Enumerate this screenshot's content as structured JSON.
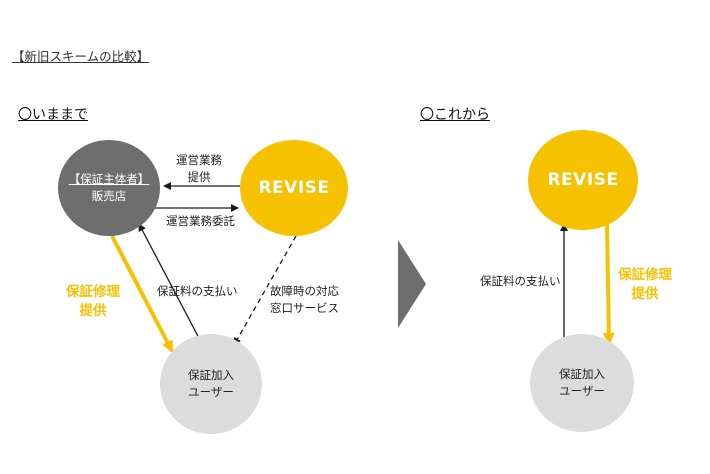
{
  "title": "【新旧スキームの比較】",
  "before": {
    "heading": "〇いままで",
    "provider_bracket": "【保証主体者】",
    "provider_name": "販売店",
    "revise": "REVISE",
    "user_line1": "保証加入",
    "user_line2": "ユーザー",
    "ops_provide_line1": "運営業務",
    "ops_provide_line2": "提供",
    "ops_commission": "運営業務委託",
    "warranty_repair_line1": "保証修理",
    "warranty_repair_line2": "提供",
    "fee_payment": "保証料の支払い",
    "failure_line1": "故障時の対応",
    "failure_line2": "窓口サービス"
  },
  "after": {
    "heading": "〇これから",
    "revise": "REVISE",
    "user_line1": "保証加入",
    "user_line2": "ユーザー",
    "fee_payment": "保証料の支払い",
    "warranty_repair_line1": "保証修理",
    "warranty_repair_line2": "提供"
  },
  "colors": {
    "accent_yellow": "#f6c100",
    "provider_gray": "#6e6e6e",
    "user_gray": "#dcdcdc",
    "line_dark": "#1a1a1a"
  }
}
